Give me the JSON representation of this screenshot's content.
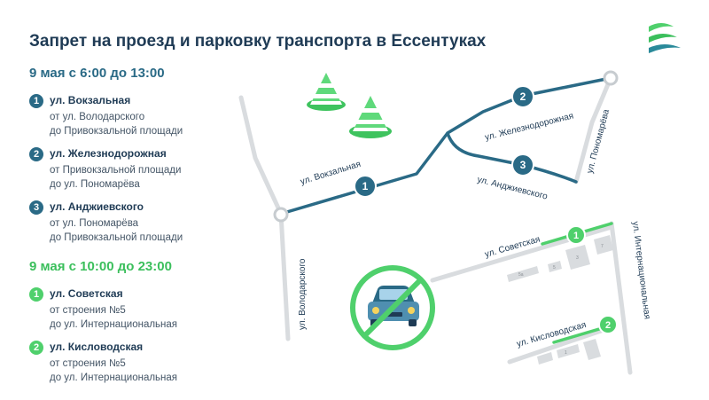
{
  "title": "Запрет на проезд и парковку транспорта в Ессентуках",
  "colors": {
    "primary": "#1f3b55",
    "blue": "#2a6a86",
    "green": "#4fd06c",
    "road": "#d9dcdf"
  },
  "icons": {
    "logo": "logo-icon",
    "cones": "traffic-cone-icon",
    "no_parking": "no-parking-car-icon"
  },
  "period1": {
    "label": "9 мая с 6:00 до 13:00",
    "items": [
      {
        "num": "1",
        "street": "ул. Вокзальная",
        "from": "от ул. Володарского",
        "to": "до Привокзальной площади"
      },
      {
        "num": "2",
        "street": "ул. Железнодорожная",
        "from": "от Привокзальной площади",
        "to": "до ул. Пономарёва"
      },
      {
        "num": "3",
        "street": "ул. Анджиевского",
        "from": "от ул. Пономарёва",
        "to": "до Привокзальной площади"
      }
    ]
  },
  "period2": {
    "label": "9 мая с 10:00 до 23:00",
    "items": [
      {
        "num": "1",
        "street": "ул. Советская",
        "from": "от строения №5",
        "to": "до ул. Интернациональная"
      },
      {
        "num": "2",
        "street": "ул. Кисловодская",
        "from": "от строения №5",
        "to": "до ул. Интернациональная"
      }
    ]
  },
  "map": {
    "upper": {
      "labels": {
        "vokzalnaya": "ул. Вокзальная",
        "zheleznodorozhnaya": "ул. Железнодорожная",
        "ponomareva": "ул. Пономарёва",
        "andzhievskogo": "ул. Анджиевского"
      },
      "markers": [
        "1",
        "2",
        "3"
      ]
    },
    "lower": {
      "labels": {
        "volodarskogo": "ул. Володарского",
        "sovetskaya": "ул. Советская",
        "internatsionalnaya": "ул. Интернациональная",
        "kislovodskaya": "ул. Кисловодская"
      },
      "markers": [
        "1",
        "2"
      ],
      "buildings": [
        "5а",
        "5",
        "3",
        "7",
        "1"
      ]
    }
  }
}
